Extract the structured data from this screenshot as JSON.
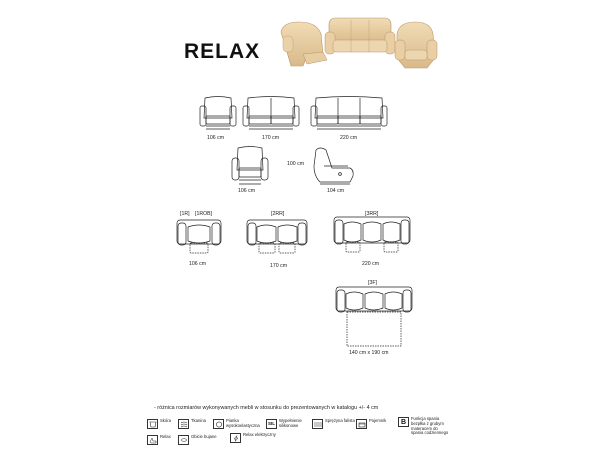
{
  "title": "RELAX",
  "dims": {
    "d1": "106 cm",
    "d2": "170 cm",
    "d3": "220 cm",
    "d4": "106 cm",
    "d5h": "100 cm",
    "d5": "104 cm",
    "d6": "106 cm",
    "d7": "170 cm",
    "d8": "220 cm",
    "d9": "140 cm x 190 cm"
  },
  "codes": {
    "c1": "[1R]",
    "c2": "[1ROB]",
    "c3": "[2RR]",
    "c4": "[3RR]",
    "c5": "[3F]"
  },
  "note": "- różnica rozmiarów wykonywanych mebli w stosunku do prezentowanych w katalogu +/- 4 cm",
  "legend": [
    {
      "icon": "leather-icon",
      "label": "Skóra"
    },
    {
      "icon": "fabric-icon",
      "label": "Tkanina"
    },
    {
      "icon": "foam-icon",
      "label": "Pianka wysokoelastyczna"
    },
    {
      "icon": "silicone-icon",
      "label": "Wypełnienie silikonowe"
    },
    {
      "icon": "spring-icon",
      "label": "Sprężyna falista"
    },
    {
      "icon": "container-icon",
      "label": "Pojemnik"
    },
    {
      "icon": "b-function-icon",
      "label": "Funkcja spania bezpłka z grubym materacem do spania codziennego"
    },
    {
      "icon": "relax-icon",
      "label": "Relax"
    },
    {
      "icon": "bonnell-icon",
      "label": "Obicie bujane"
    },
    {
      "icon": "electric-relax-icon",
      "label": "Relax elektryczny"
    }
  ]
}
